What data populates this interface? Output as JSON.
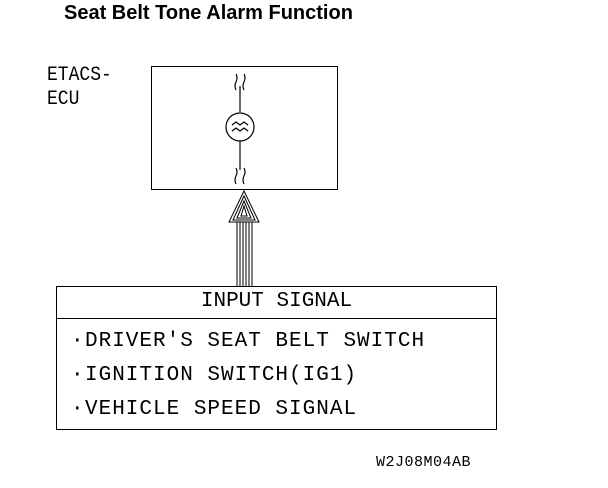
{
  "title": "Seat Belt Tone Alarm Function",
  "ecu": {
    "label_line1": "ETACS-",
    "label_line2": "ECU",
    "symbol": "buzzer-icon"
  },
  "input_signal": {
    "header": "INPUT SIGNAL",
    "items": [
      "DRIVER'S SEAT BELT SWITCH",
      "IGNITION SWITCH(IG1)",
      "VEHICLE SPEED SIGNAL"
    ]
  },
  "figure_code": "W2J08M04AB"
}
